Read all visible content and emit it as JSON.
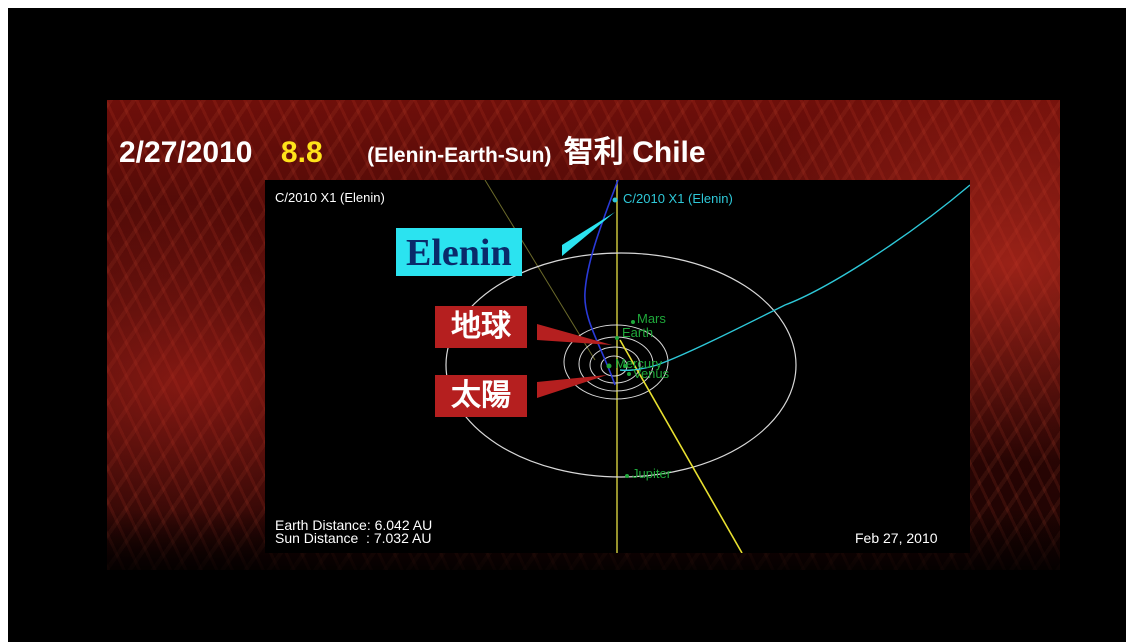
{
  "headline": {
    "date": "2/27/2010",
    "magnitude": "8.8",
    "subject": "(Elenin-Earth-Sun)",
    "location": "智利 Chile"
  },
  "panel": {
    "title": "C/2010 X1 (Elenin)",
    "comet_label": "C/2010 X1 (Elenin)",
    "earth_distance": "Earth Distance: 6.042 AU",
    "sun_distance": "Sun Distance  : 7.032 AU",
    "date": "Feb 27, 2010",
    "planets": {
      "mars": "Mars",
      "earth": "Earth",
      "venus": "Venus",
      "mercury": "Mercury",
      "jupiter": "Jupiter"
    }
  },
  "callouts": {
    "comet": "Elenin",
    "earth": "地球",
    "sun": "太陽"
  },
  "colors": {
    "comet_orbit": "#2ec8d8",
    "planet_labels": "#1fa83a",
    "magnitude": "#ffe31a",
    "callout_cyan": "#2be3f0",
    "callout_red": "#b51f1f"
  }
}
